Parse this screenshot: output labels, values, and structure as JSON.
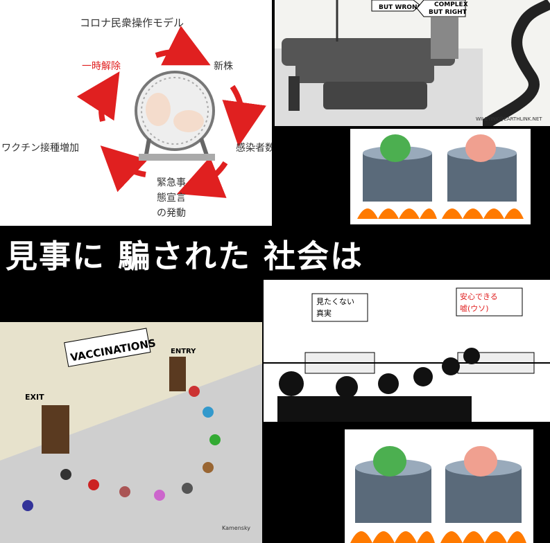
{
  "cycle": {
    "title": "コロナ民衆操作モデル",
    "steps": [
      "新株",
      "感染者数増加",
      "緊急事",
      "態宣言",
      "の発動",
      "ワクチン接種増加",
      "一時解除"
    ]
  },
  "crowd_cartoon": {
    "sign_left": "BUT WRONG",
    "sign_right_top": "COMPLEX",
    "sign_right": "BUT RIGHT",
    "signature": "WILEYINK@EARTHLINK.NET"
  },
  "headline": "見事に 騙された 社会は",
  "vaccination_cartoon": {
    "banner": "VACCINATIONS",
    "entry": "ENTRY",
    "exit": "EXIT",
    "signature": "Kamensky"
  },
  "stalls": {
    "left_sign": [
      "見たくない",
      "真実"
    ],
    "right_sign": [
      "安心できる",
      "嘘(ウソ)"
    ]
  },
  "colors": {
    "arrow": "#e02020",
    "background": "#000000",
    "headline": "#ffffff"
  }
}
